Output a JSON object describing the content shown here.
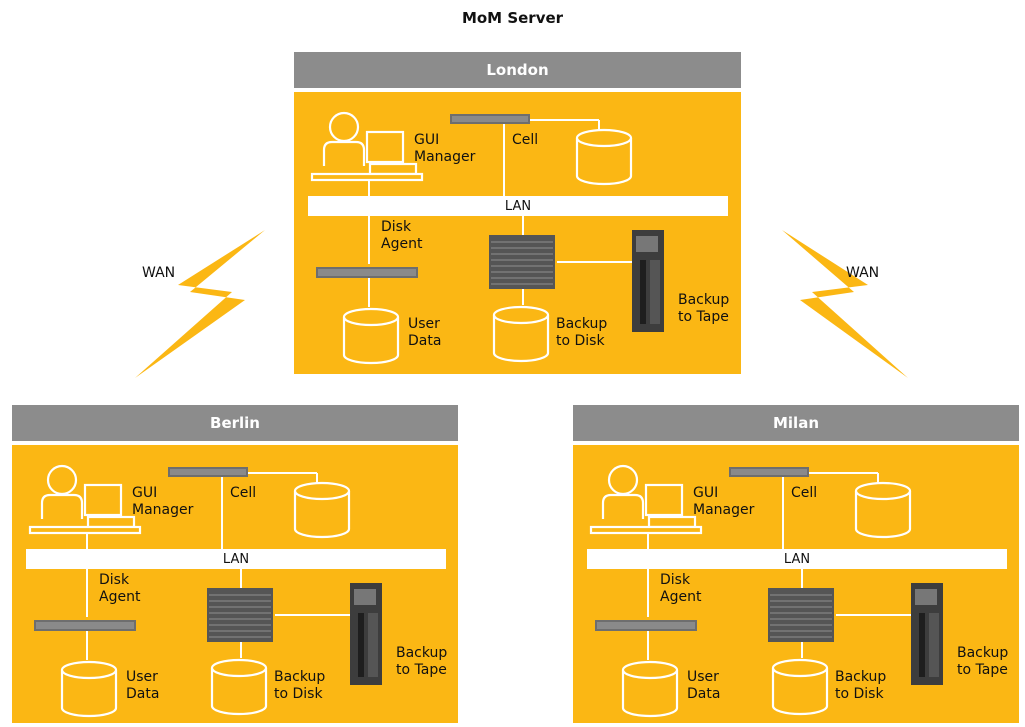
{
  "title": "MoM Server",
  "wan_label": "WAN",
  "colors": {
    "site_fill": "#fbb714",
    "header_fill": "#8c8c8c",
    "bolt": "#fbb714"
  },
  "labels": {
    "gui": "GUI",
    "manager": "Manager",
    "cell": "Cell",
    "lan": "LAN",
    "disk": "Disk",
    "agent": "Agent",
    "user": "User",
    "data": "Data",
    "backup": "Backup",
    "to_disk": "to Disk",
    "to_tape": "to Tape"
  },
  "sites": [
    {
      "name": "London"
    },
    {
      "name": "Berlin"
    },
    {
      "name": "Milan"
    }
  ]
}
